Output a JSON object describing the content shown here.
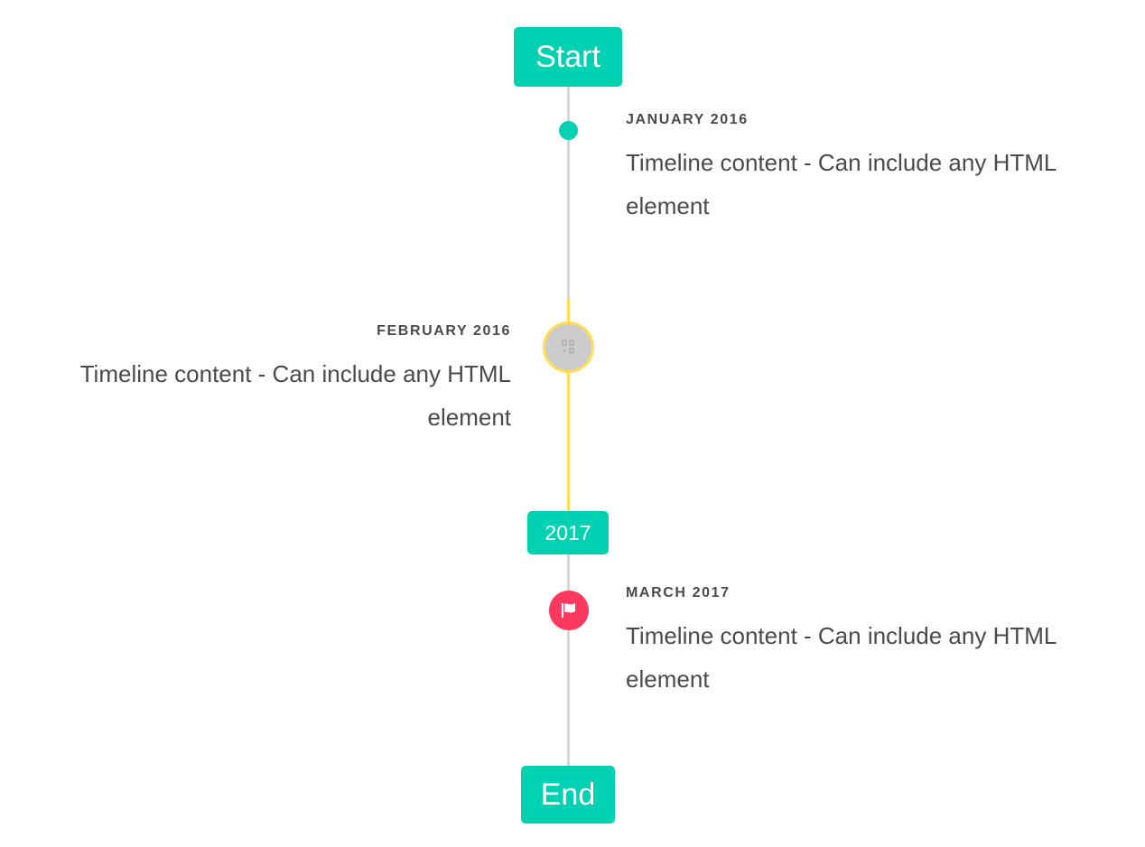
{
  "timeline": {
    "start_label": "Start",
    "end_label": "End",
    "divider_label": "2017",
    "colors": {
      "primary": "#00d1b2",
      "warning": "#ffdd57",
      "danger": "#ff3860",
      "rail": "#d6d6d6",
      "marker_fill": "#cccccc",
      "text": "#4a4a4a"
    },
    "items": [
      {
        "side": "right",
        "marker": "dot",
        "heading": "JANUARY 2016",
        "body": "Timeline content - Can include any HTML element"
      },
      {
        "side": "left",
        "marker": "image-placeholder",
        "heading": "FEBRUARY 2016",
        "body": "Timeline content - Can include any HTML element"
      },
      {
        "side": "right",
        "marker": "flag-icon",
        "heading": "MARCH 2017",
        "body": "Timeline content - Can include any HTML element"
      }
    ]
  }
}
